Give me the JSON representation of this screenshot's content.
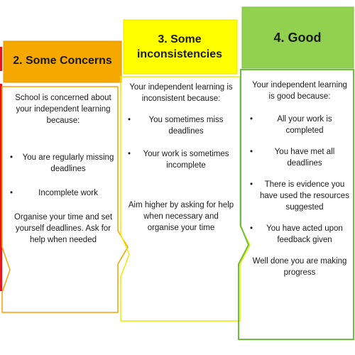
{
  "colors": {
    "red": "#e8141e",
    "orange_header": "#f5a800",
    "yellow_header": "#ffff00",
    "green_header": "#92d050",
    "column2_border": "#f7a200",
    "column3_border": "#f2e800",
    "column4_border": "#6bbf3a"
  },
  "columns": [
    {
      "title": "2. Some Concerns",
      "intro": "School is concerned about your independent learning because:",
      "bullets": [
        "You are regularly missing deadlines",
        "Incomplete work"
      ],
      "closing": "Organise your time and set yourself deadlines. Ask for help when needed"
    },
    {
      "title": "3. Some inconsistencies",
      "intro": "Your independent learning is inconsistent because:",
      "bullets": [
        "You sometimes  miss deadlines",
        "Your work is sometimes incomplete"
      ],
      "closing": "Aim higher by asking for help when necessary and organise your time"
    },
    {
      "title": "4. Good",
      "intro": "Your independent learning is good because:",
      "bullets": [
        "All your work is completed",
        "You have met all deadlines",
        "There is evidence you have used the resources suggested",
        "You have acted upon feedback given"
      ],
      "closing": "Well done you are making progress"
    }
  ]
}
